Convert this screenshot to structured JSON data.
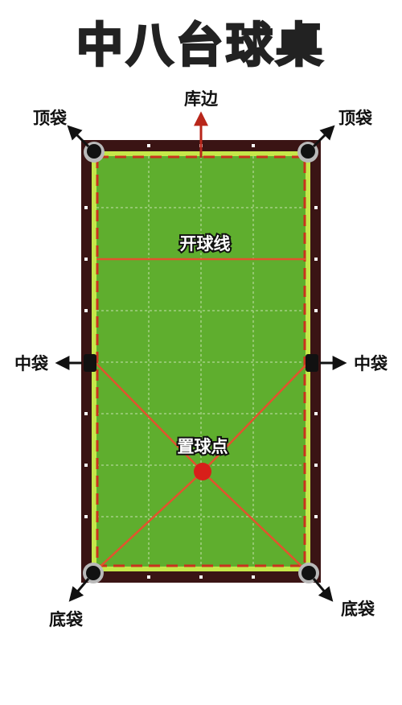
{
  "title": "中八台球桌",
  "labels": {
    "cushion": "库边",
    "top_pocket_left": "顶袋",
    "top_pocket_right": "顶袋",
    "break_line": "开球线",
    "middle_pocket_left": "中袋",
    "middle_pocket_right": "中袋",
    "foot_spot": "置球点",
    "bottom_pocket_left": "底袋",
    "bottom_pocket_right": "底袋"
  },
  "colors": {
    "rail": "#3a1414",
    "cloth": "#5fae2e",
    "cushion_edge": "#c6e84a",
    "guide_line": "#e2532e",
    "spot": "#d81f1a",
    "pocket": "#111111",
    "arrow": "#111111",
    "cushion_arrow": "#b8261a",
    "grid": "#e6f1d8"
  }
}
